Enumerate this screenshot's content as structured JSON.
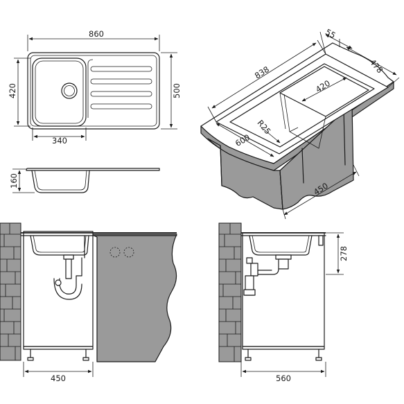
{
  "top_view": {
    "width_label": "860",
    "depth_label": "500",
    "bowl_depth_label": "420",
    "bowl_width_label": "340"
  },
  "side_view": {
    "height_label": "160"
  },
  "iso_view": {
    "length_label": "838",
    "rim_label": "55",
    "depth_label": "478",
    "bowl_label": "420",
    "radius_label": "R25",
    "cabinet_depth_label": "600",
    "cabinet_width_label": "450"
  },
  "front_install": {
    "cabinet_width_label": "450"
  },
  "side_install": {
    "height_label": "278",
    "cabinet_depth_label": "560"
  }
}
